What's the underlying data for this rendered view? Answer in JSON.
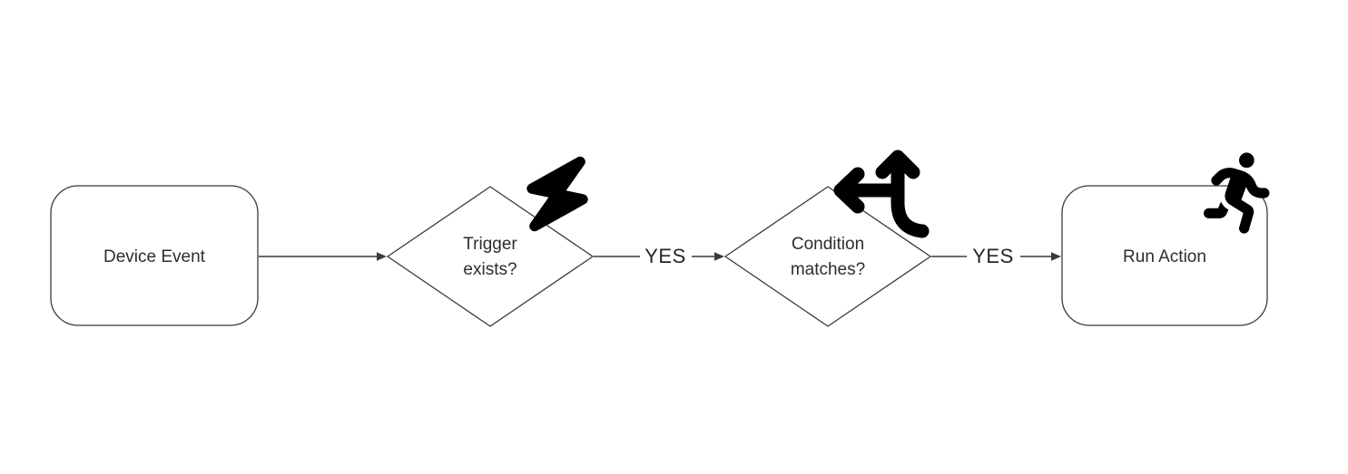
{
  "diagram": {
    "type": "flowchart",
    "nodes": [
      {
        "id": "device-event",
        "shape": "rounded-rect",
        "label": "Device Event",
        "icon": null
      },
      {
        "id": "trigger-exists",
        "shape": "decision-diamond",
        "label": "Trigger\nexists?",
        "icon": "lightning-bolt-icon"
      },
      {
        "id": "condition-matches",
        "shape": "decision-diamond",
        "label": "Condition\nmatches?",
        "icon": "split-arrows-icon"
      },
      {
        "id": "run-action",
        "shape": "rounded-rect",
        "label": "Run Action",
        "icon": "running-person-icon"
      }
    ],
    "edges": [
      {
        "from": "device-event",
        "to": "trigger-exists",
        "label": ""
      },
      {
        "from": "trigger-exists",
        "to": "condition-matches",
        "label": "YES"
      },
      {
        "from": "condition-matches",
        "to": "run-action",
        "label": "YES"
      }
    ],
    "icons": [
      "lightning-bolt-icon",
      "split-arrows-icon",
      "running-person-icon"
    ],
    "colors": {
      "background": "#ffffff",
      "shape_stroke": "#3a3a3a",
      "text": "#2d2d2d",
      "icon_fill": "#000000"
    }
  }
}
